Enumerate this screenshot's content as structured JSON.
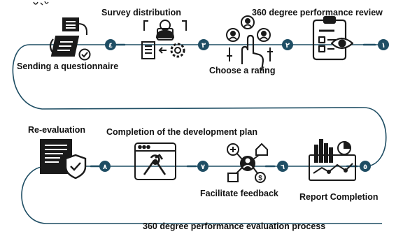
{
  "diagram": {
    "title": "360 degree performance evaluation process",
    "colors": {
      "path": "#1f4e64",
      "node": "#1f4e64",
      "icon": "#1a1a1a",
      "text": "#111111"
    },
    "steps": [
      {
        "number": "١",
        "label": "360 degree performance review",
        "icon": "clipboard-eye-icon"
      },
      {
        "number": "٢",
        "label": "Choose a rating",
        "icon": "hand-select-people-icon"
      },
      {
        "number": "٣",
        "label": "Survey distribution",
        "icon": "person-gear-icon"
      },
      {
        "number": "٤",
        "label": "Sending a questionnaire",
        "icon": "document-check-icon"
      },
      {
        "number": "٥",
        "label": "Report Completion",
        "icon": "chart-report-icon"
      },
      {
        "number": "٦",
        "label": "Facilitate feedback",
        "icon": "person-network-icon"
      },
      {
        "number": "٧",
        "label": "Completion of the development plan",
        "icon": "tools-window-icon"
      },
      {
        "number": "٨",
        "label": "Re-evaluation",
        "icon": "document-shield-icon"
      }
    ]
  }
}
